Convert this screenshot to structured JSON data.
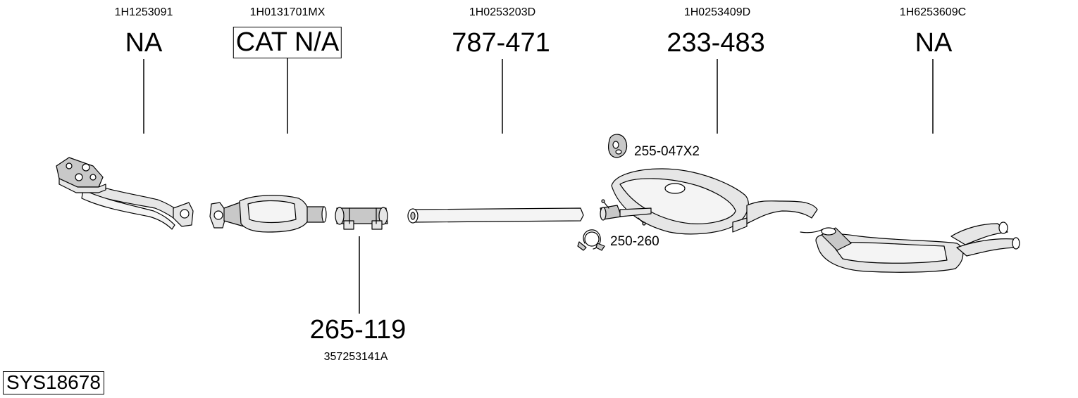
{
  "diagram": {
    "system_code": "SYS18678",
    "parts": [
      {
        "oem": "1H1253091",
        "ref": "NA",
        "boxed": false
      },
      {
        "oem": "1H0131701MX",
        "ref": "CAT N/A",
        "boxed": true
      },
      {
        "oem": "1H0253203D",
        "ref": "787-471",
        "boxed": false
      },
      {
        "oem": "1H0253409D",
        "ref": "233-483",
        "boxed": false
      },
      {
        "oem": "1H6253609C",
        "ref": "NA",
        "boxed": false
      },
      {
        "oem": "357253141A",
        "ref": "265-119",
        "boxed": false
      }
    ],
    "accessories": [
      {
        "ref": "255-047X2",
        "icon": "rubber-hanger-icon"
      },
      {
        "ref": "250-260",
        "icon": "pipe-clamp-icon"
      }
    ]
  }
}
